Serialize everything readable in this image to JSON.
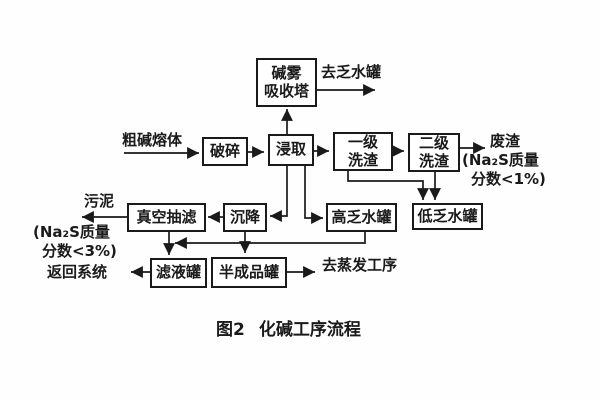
{
  "figure": {
    "caption_prefix": "图2",
    "caption_title": "化碱工序流程"
  },
  "ink_color": "#1a1a1a",
  "nodes": {
    "absorber": {
      "line1": "碱雾",
      "line2": "吸收塔"
    },
    "crush": "破碎",
    "leach": "浸取",
    "wash1": {
      "line1": "一级",
      "line2": "洗渣"
    },
    "wash2": {
      "line1": "二级",
      "line2": "洗渣"
    },
    "settle": "沉降",
    "vacuum_filter": "真空抽滤",
    "high_spent_water_tank": "高乏水罐",
    "low_spent_water_tank": "低乏水罐",
    "filtrate_tank": "滤液罐",
    "semi_product_tank": "半成品罐"
  },
  "labels": {
    "feed_input": "粗碱熔体",
    "to_spent_water_tank": "去乏水罐",
    "waste_residue_line1": "废渣",
    "waste_residue_line2": "(Na₂S质量",
    "waste_residue_line3": "分数<1%)",
    "sludge_line1": "污泥",
    "sludge_line2": "(Na₂S质量",
    "sludge_line3": "分数<3%)",
    "sludge_line4": "返回系统",
    "to_evaporation": "去蒸发工序"
  },
  "edges": [
    {
      "from": "feed_input",
      "to": "crush"
    },
    {
      "from": "crush",
      "to": "leach"
    },
    {
      "from": "leach",
      "to": "absorber"
    },
    {
      "from": "absorber",
      "to": "to_spent_water_tank"
    },
    {
      "from": "leach",
      "to": "wash1"
    },
    {
      "from": "wash1",
      "to": "wash2"
    },
    {
      "from": "wash2",
      "to": "waste_residue"
    },
    {
      "from": "wash1",
      "to": "low_spent_water_tank"
    },
    {
      "from": "wash2",
      "to": "low_spent_water_tank"
    },
    {
      "from": "leach",
      "to": "settle"
    },
    {
      "from": "leach",
      "to": "high_spent_water_tank"
    },
    {
      "from": "settle",
      "to": "vacuum_filter"
    },
    {
      "from": "vacuum_filter",
      "to": "sludge"
    },
    {
      "from": "vacuum_filter",
      "to": "filtrate_tank"
    },
    {
      "from": "high_spent_water_tank",
      "to": "filtrate_tank"
    },
    {
      "from": "settle",
      "to": "semi_product_tank"
    },
    {
      "from": "filtrate_tank",
      "to": "sludge_return"
    },
    {
      "from": "semi_product_tank",
      "to": "to_evaporation"
    }
  ]
}
